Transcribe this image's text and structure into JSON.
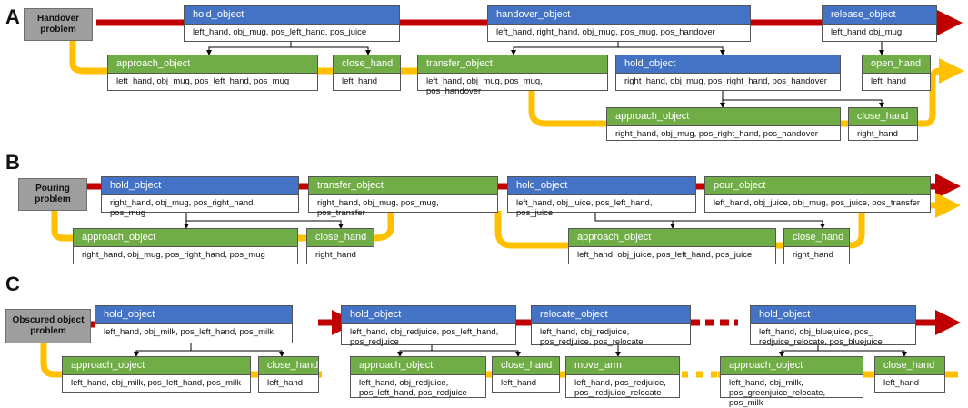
{
  "colors": {
    "red_line": "#c00000",
    "yellow_line": "#ffc000",
    "blue_header": "#4472c4",
    "green_header": "#70ad47",
    "problem_box": "#9e9e9e"
  },
  "panels": [
    {
      "letter": "A",
      "problem": "Handover\nproblem"
    },
    {
      "letter": "B",
      "problem": "Pouring\nproblem"
    },
    {
      "letter": "C",
      "problem": "Obscured object\nproblem"
    }
  ],
  "nodes": {
    "a1": {
      "name": "hold_object",
      "args": "left_hand, obj_mug, pos_left_hand, pos_juice"
    },
    "a2": {
      "name": "approach_object",
      "args": "left_hand, obj_mug, pos_left_hand, pos_mug"
    },
    "a3": {
      "name": "close_hand",
      "args": "left_hand"
    },
    "a4": {
      "name": "handover_object",
      "args": "left_hand, right_hand, obj_mug, pos_mug, pos_handover"
    },
    "a5": {
      "name": "transfer_object",
      "args": "left_hand, obj_mug, pos_mug, pos_handover"
    },
    "a6": {
      "name": "hold_object",
      "args": "right_hand, obj_mug, pos_right_hand, pos_handover"
    },
    "a7": {
      "name": "approach_object",
      "args": "right_hand, obj_mug, pos_right_hand, pos_handover"
    },
    "a8": {
      "name": "close_hand",
      "args": "right_hand"
    },
    "a9": {
      "name": "release_object",
      "args": "left_hand obj_mug"
    },
    "a10": {
      "name": "open_hand",
      "args": "left_hand"
    },
    "b1": {
      "name": "hold_object",
      "args": "right_hand, obj_mug, pos_right_hand, pos_mug"
    },
    "b2": {
      "name": "approach_object",
      "args": "right_hand, obj_mug, pos_right_hand, pos_mug"
    },
    "b3": {
      "name": "close_hand",
      "args": "right_hand"
    },
    "b4": {
      "name": "transfer_object",
      "args": "right_hand, obj_mug, pos_mug, pos_transfer"
    },
    "b5": {
      "name": "hold_object",
      "args": "left_hand, obj_juice, pos_left_hand, pos_juice"
    },
    "b6": {
      "name": "approach_object",
      "args": "left_hand, obj_juice, pos_left_hand, pos_juice"
    },
    "b7": {
      "name": "close_hand",
      "args": "right_hand"
    },
    "b8": {
      "name": "pour_object",
      "args": "left_hand, obj_juice, obj_mug, pos_juice, pos_transfer"
    },
    "c1": {
      "name": "hold_object",
      "args": "left_hand, obj_milk, pos_left_hand, pos_milk"
    },
    "c2": {
      "name": "approach_object",
      "args": "left_hand, obj_milk, pos_left_hand, pos_milk"
    },
    "c3": {
      "name": "close_hand",
      "args": "left_hand"
    },
    "c4": {
      "name": "hold_object",
      "args": "left_hand, obj_redjuice, pos_left_hand, pos_redjuice"
    },
    "c5": {
      "name": "approach_object",
      "args": "left_hand, obj_redjuice, pos_left_hand, pos_redjuice"
    },
    "c6": {
      "name": "close_hand",
      "args": "left_hand"
    },
    "c7": {
      "name": "relocate_object",
      "args": "left_hand, obj_redjuice, pos_redjuice, pos_relocate"
    },
    "c8": {
      "name": "move_arm",
      "args": "left_hand, pos_redjuice, pos_ redjuice_relocate"
    },
    "c9": {
      "name": "hold_object",
      "args": "left_hand, obj_bluejuice, pos_ redjuice_relocate, pos_bluejuice"
    },
    "c10": {
      "name": "approach_object",
      "args": "left_hand, obj_milk, pos_greenjuice_relocate, pos_milk"
    },
    "c11": {
      "name": "close_hand",
      "args": "left_hand"
    }
  }
}
